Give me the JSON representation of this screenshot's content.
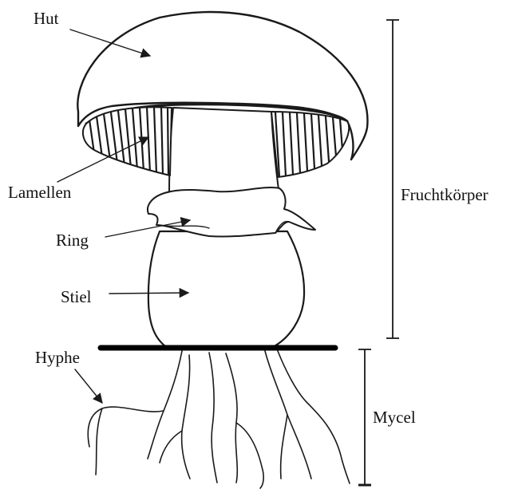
{
  "labels": {
    "hut": "Hut",
    "lamellen": "Lamellen",
    "ring": "Ring",
    "stiel": "Stiel",
    "hyphe": "Hyphe",
    "fruchtkoerper": "Fruchtkörper",
    "mycel": "Mycel"
  }
}
